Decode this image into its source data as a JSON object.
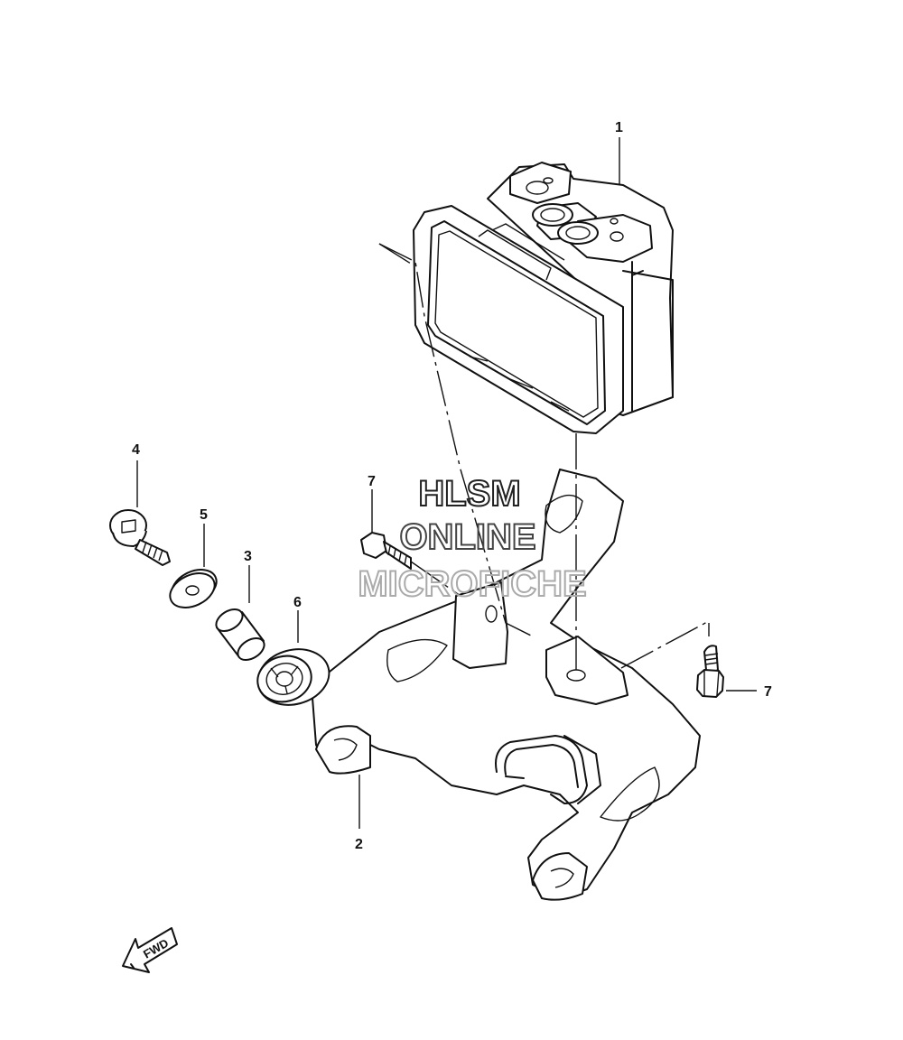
{
  "callouts": [
    {
      "id": "1",
      "label": "1"
    },
    {
      "id": "2",
      "label": "2"
    },
    {
      "id": "3",
      "label": "3"
    },
    {
      "id": "4",
      "label": "4"
    },
    {
      "id": "5",
      "label": "5"
    },
    {
      "id": "6",
      "label": "6"
    },
    {
      "id": "7a",
      "label": "7"
    },
    {
      "id": "7b",
      "label": "7"
    }
  ],
  "watermark": {
    "line1": "HLSM",
    "line2": "ONLINE",
    "line3": "MICROFICHE"
  },
  "fwd_arrow": {
    "label": "FWD"
  },
  "colors": {
    "line": "#111111",
    "watermark_dark": "#222222",
    "watermark_light": "#aaaaaa",
    "background": "#ffffff"
  }
}
